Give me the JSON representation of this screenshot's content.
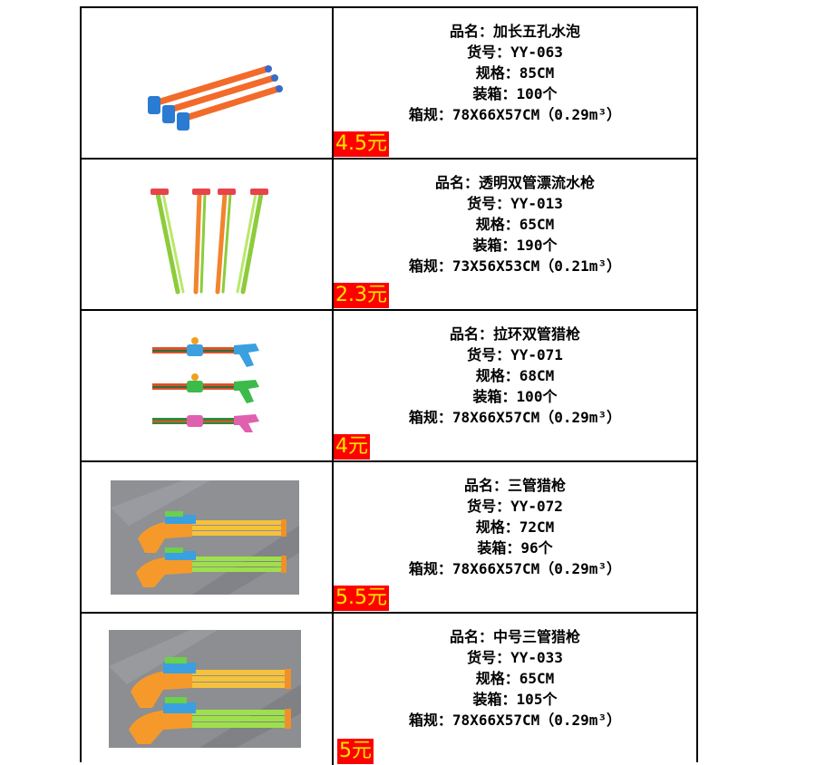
{
  "products": [
    {
      "name_label": "品名：加长五孔水泡",
      "code_label": "货号：YY-063",
      "spec_label": "规格：85CM",
      "pack_label": "装箱：100个",
      "box_label": "箱规：78X66X57CM（0.29m³）",
      "price": "4.5元"
    },
    {
      "name_label": "品名：透明双管漂流水枪",
      "code_label": "货号：YY-013",
      "spec_label": "规格：65CM",
      "pack_label": "装箱：190个",
      "box_label": "箱规：73X56X53CM（0.21m³）",
      "price": "2.3元"
    },
    {
      "name_label": "品名：拉环双管猎枪",
      "code_label": "货号：YY-071",
      "spec_label": "规格：68CM",
      "pack_label": "装箱：100个",
      "box_label": "箱规：78X66X57CM（0.29m³）",
      "price": "4元"
    },
    {
      "name_label": "品名：三管猎枪",
      "code_label": "货号：YY-072",
      "spec_label": "规格：72CM",
      "pack_label": "装箱：96个",
      "box_label": "箱规：78X66X57CM（0.29m³）",
      "price": "5.5元"
    },
    {
      "name_label": "品名：中号三管猎枪",
      "code_label": "货号：YY-033",
      "spec_label": "规格：65CM",
      "pack_label": "装箱：105个",
      "box_label": "箱规：78X66X57CM（0.29m³）",
      "price": "5元"
    }
  ],
  "colors": {
    "price_bg": "#ff0000",
    "price_text": "#ffe500"
  }
}
